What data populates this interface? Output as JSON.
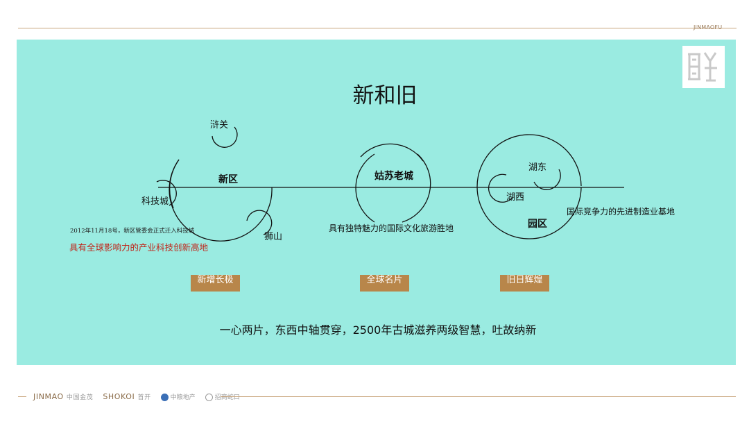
{
  "header": {
    "brand_tag": "JINMAOFU"
  },
  "title": "新和旧",
  "diagram": {
    "left": {
      "circle_label": "新区",
      "satellites": [
        "浒关",
        "科技城",
        "狮山"
      ],
      "note_small": "2012年11月18号，新区管委会正式迁入科技城",
      "note_red": "具有全球影响力的产业科技创新高地",
      "tag": "新增长极"
    },
    "middle": {
      "circle_label": "姑苏老城",
      "note": "具有独特魅力的国际文化旅游胜地",
      "tag": "全球名片"
    },
    "right": {
      "circle_label": "园区",
      "satellites": [
        "湖东",
        "湖西"
      ],
      "note": "国际竞争力的先进制造业基地",
      "tag": "旧日辉煌"
    }
  },
  "summary": "一心两片，东西中轴贯穿，2500年古城滋养两级智慧，吐故纳新",
  "footer": {
    "logos": [
      "JINMAO",
      "中国金茂",
      "SHOKOI",
      "首开",
      "中粮地产",
      "招商蛇口"
    ]
  },
  "colors": {
    "panel": "#9aebe1",
    "tag": "#b8864a",
    "rule": "#c9a57d",
    "accent_red": "#c0261b"
  }
}
